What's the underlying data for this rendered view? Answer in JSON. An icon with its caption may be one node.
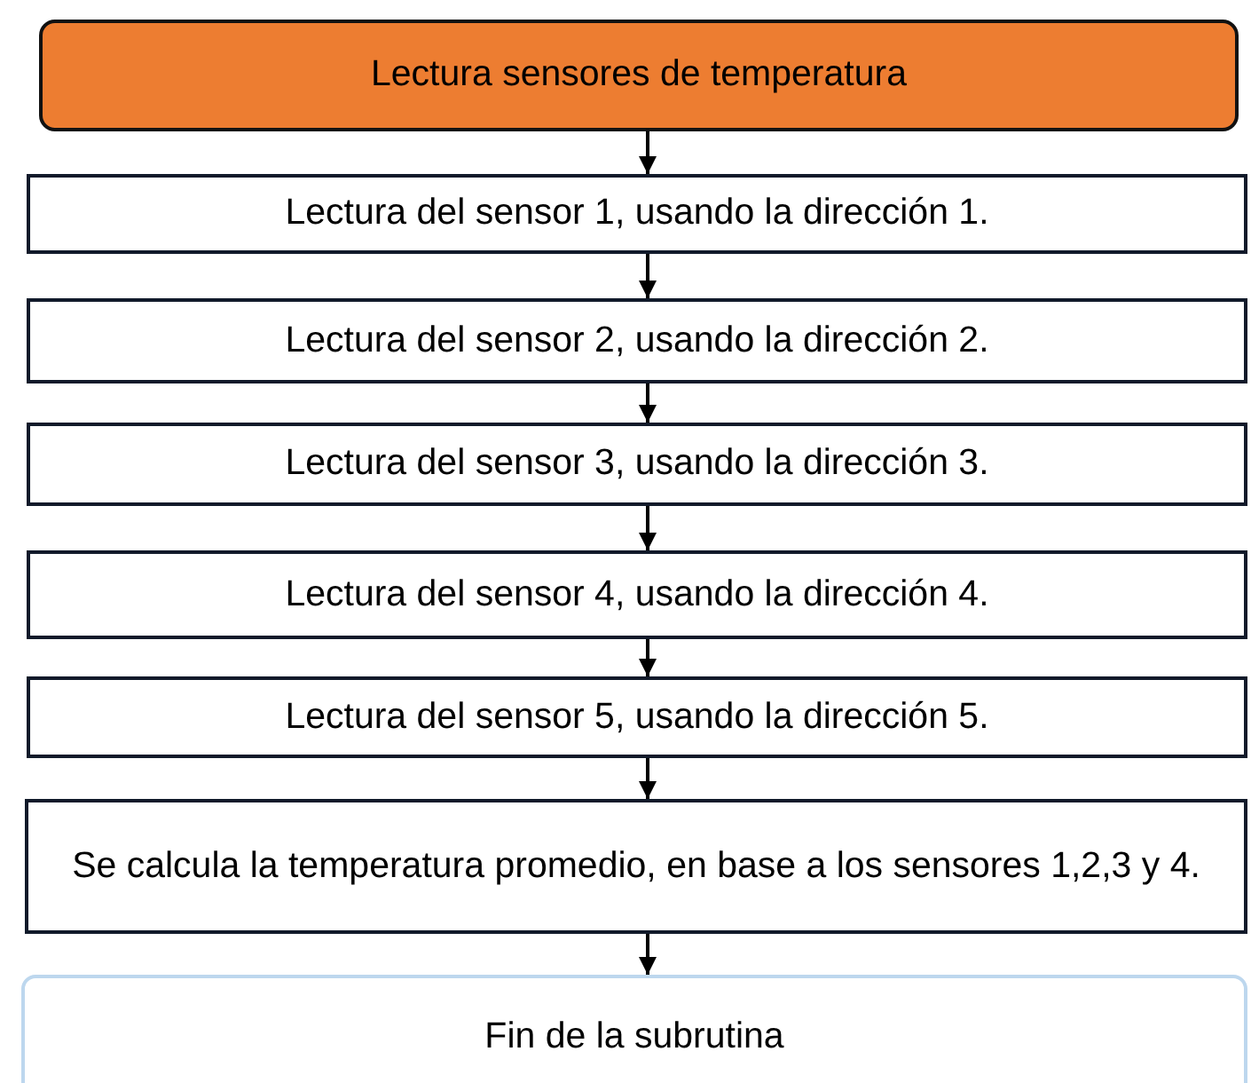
{
  "diagram": {
    "nodes": [
      {
        "text": [
          "Lectura sensores de temperatura"
        ]
      },
      {
        "text": [
          "Lectura del sensor 1, usando la dirección 1."
        ]
      },
      {
        "text": [
          "Lectura del sensor 2, usando la dirección 2."
        ]
      },
      {
        "text": [
          "Lectura del sensor 3, usando la dirección 3."
        ]
      },
      {
        "text": [
          "Lectura del sensor 4, usando la dirección 4."
        ]
      },
      {
        "text": [
          "Lectura del sensor 5, usando la dirección 5."
        ]
      },
      {
        "text": [
          "Se calcula la temperatura promedio, en base a los sensores 1,2,3 y 4."
        ]
      },
      {
        "text": [
          "Fin de la subrutina"
        ]
      }
    ],
    "edges": [
      {
        "from": 0,
        "to": 1,
        "arrow": "to"
      },
      {
        "from": 1,
        "to": 2,
        "arrow": "to"
      },
      {
        "from": 2,
        "to": 3,
        "arrow": "to"
      },
      {
        "from": 3,
        "to": 4,
        "arrow": "to"
      },
      {
        "from": 4,
        "to": 5,
        "arrow": "to"
      },
      {
        "from": 5,
        "to": 6,
        "arrow": "to"
      },
      {
        "from": 6,
        "to": 7,
        "arrow": "to"
      }
    ]
  }
}
